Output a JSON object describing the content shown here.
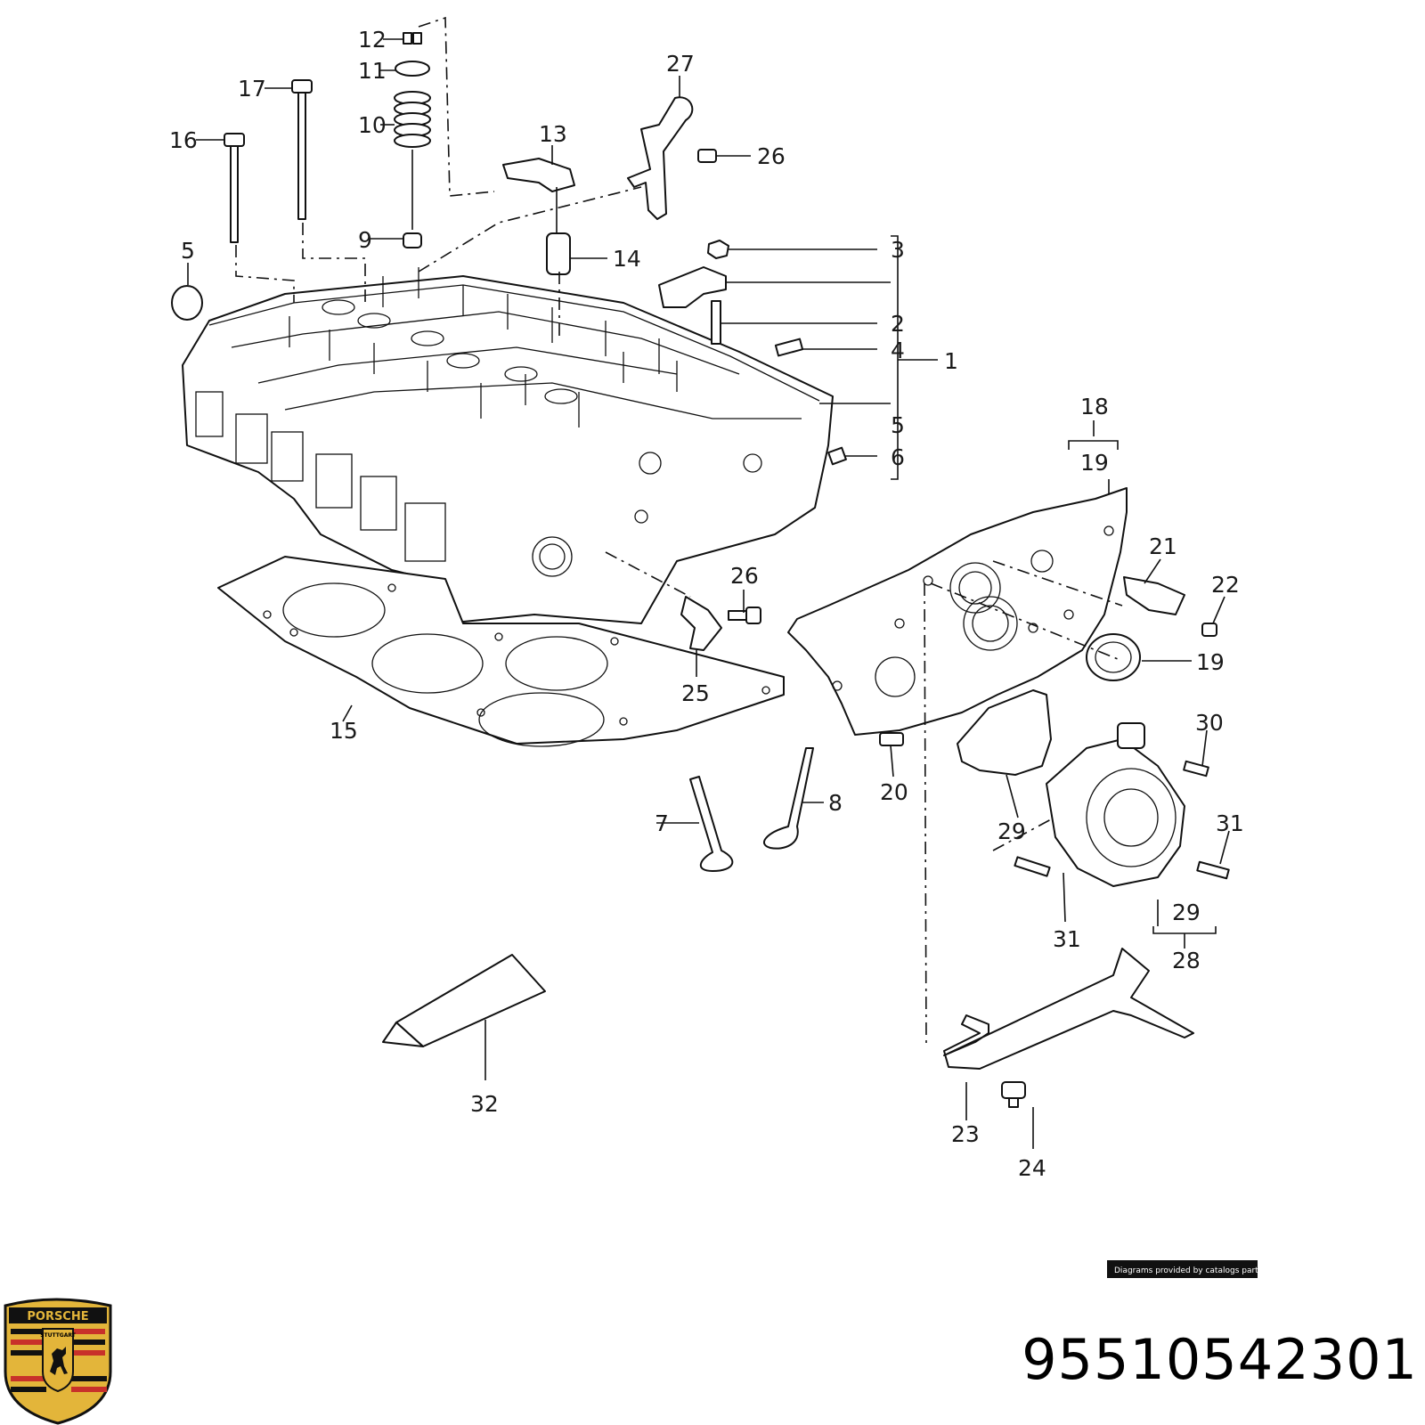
{
  "labels": {
    "l1": "1",
    "l2": "2",
    "l3": "3",
    "l4": "4",
    "l5a": "5",
    "l5b": "5",
    "l6": "6",
    "l7": "7",
    "l8": "8",
    "l9": "9",
    "l10": "10",
    "l11": "11",
    "l12": "12",
    "l13": "13",
    "l14": "14",
    "l15": "15",
    "l16": "16",
    "l17": "17",
    "l18": "18",
    "l19a": "19",
    "l19b": "19",
    "l20": "20",
    "l21": "21",
    "l22": "22",
    "l23": "23",
    "l24": "24",
    "l25": "25",
    "l26a": "26",
    "l26b": "26",
    "l27": "27",
    "l28": "28",
    "l29a": "29",
    "l29b": "29",
    "l30": "30",
    "l31a": "31",
    "l31b": "31",
    "l32": "32"
  },
  "credit": "Diagrams provided by catalogs parts",
  "part_number": "95510542301",
  "logo": {
    "brand": "PORSCHE",
    "city": "STUTTGART",
    "colors": {
      "gold": "#e3b53a",
      "red": "#c8312a",
      "black": "#111111"
    }
  }
}
